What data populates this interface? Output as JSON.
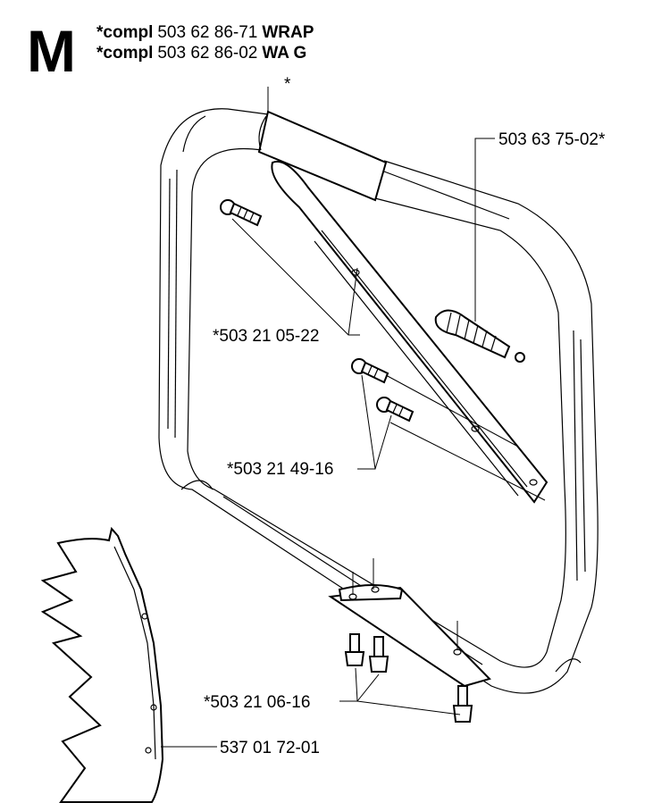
{
  "header": {
    "section_letter": "M",
    "lines": [
      {
        "prefix": "*compl",
        "number": "503 62 86-71",
        "suffix": "WRAP"
      },
      {
        "prefix": "*compl",
        "number": "503 62 86-02",
        "suffix": "WA G"
      }
    ]
  },
  "callouts": {
    "top_star": "*",
    "antivibration_spring": "503 63 75-02*",
    "screw_upper": "*503 21 05-22",
    "screws_middle": "*503 21 49-16",
    "screws_bottom": "*503 21 06-16",
    "guard_plate": "537 01 72-01"
  }
}
